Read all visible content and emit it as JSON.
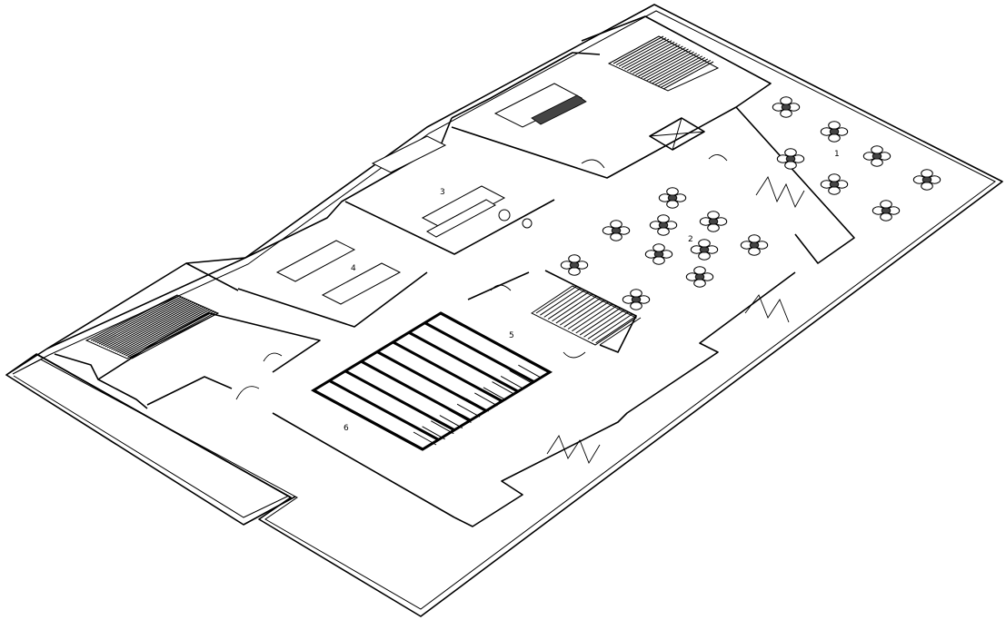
{
  "room_labels": {
    "r1": "1",
    "r2": "2",
    "r3": "3",
    "r4": "4",
    "r5": "5",
    "r6": "6"
  }
}
